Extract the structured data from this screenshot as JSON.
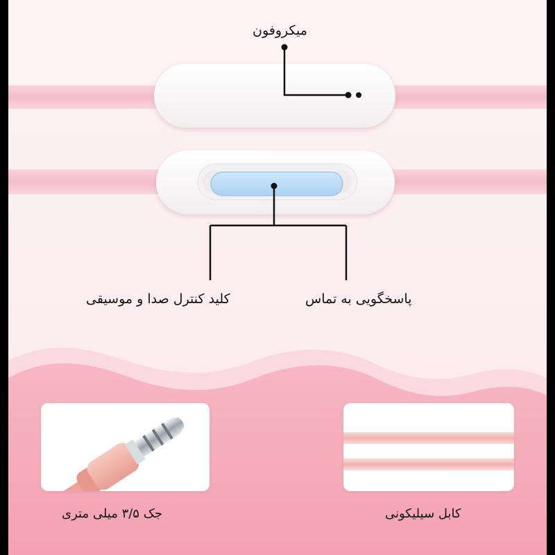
{
  "labels": {
    "microphone": "میکروفون",
    "volume_music_key": "کلید کنترل صدا و موسیقی",
    "call_answer": "پاسخگویی به تماس",
    "jack": "جک ۳/۵ میلی متری",
    "silicone_cable": "کابل سیلیکونی"
  },
  "colors": {
    "cable_pink": "#f7c6d2",
    "bottom_pink": "#f6a9b7",
    "button_blue": "#b9dcf7",
    "line": "#111111"
  }
}
